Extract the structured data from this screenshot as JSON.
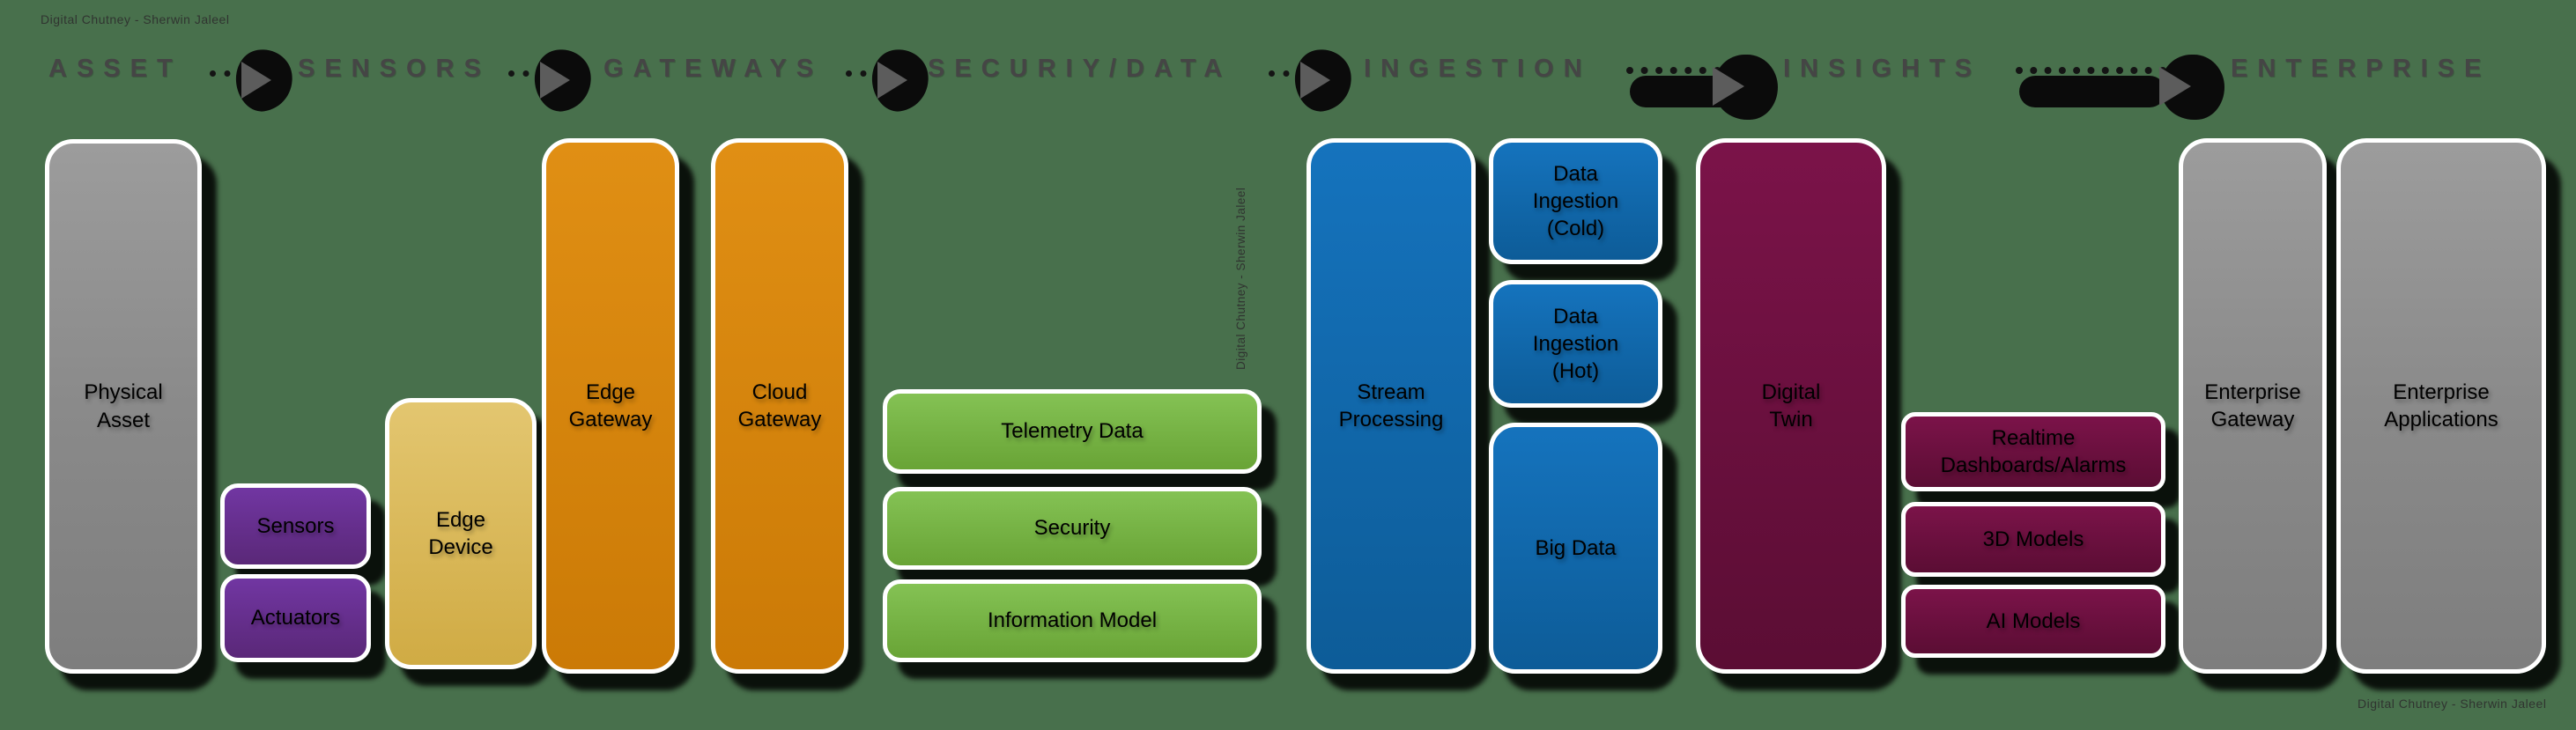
{
  "watermarks": {
    "top": "Digital Chutney - Sherwin Jaleel",
    "vertical": "Digital Chutney - Sherwin Jaleel",
    "bottom": "Digital Chutney - Sherwin Jaleel"
  },
  "stages": [
    {
      "label": "ASSET"
    },
    {
      "label": "SENSORS"
    },
    {
      "label": "GATEWAYS"
    },
    {
      "label": "SECURIY/DATA"
    },
    {
      "label": "INGESTION"
    },
    {
      "label": "INSIGHTS"
    },
    {
      "label": "ENTERPRISE"
    }
  ],
  "arrows": [
    {
      "type": "short"
    },
    {
      "type": "short"
    },
    {
      "type": "short"
    },
    {
      "type": "short"
    },
    {
      "type": "long"
    },
    {
      "type": "long"
    }
  ],
  "boxes": [
    {
      "id": "physical-asset",
      "label": "Physical\nAsset",
      "color": "gray"
    },
    {
      "id": "sensors",
      "label": "Sensors",
      "color": "purple"
    },
    {
      "id": "actuators",
      "label": "Actuators",
      "color": "purple"
    },
    {
      "id": "edge-device",
      "label": "Edge\nDevice",
      "color": "tan"
    },
    {
      "id": "edge-gateway",
      "label": "Edge\nGateway",
      "color": "orange"
    },
    {
      "id": "cloud-gateway",
      "label": "Cloud\nGateway",
      "color": "orange"
    },
    {
      "id": "telemetry-data",
      "label": "Telemetry Data",
      "color": "green"
    },
    {
      "id": "security",
      "label": "Security",
      "color": "green"
    },
    {
      "id": "information-model",
      "label": "Information Model",
      "color": "green"
    },
    {
      "id": "stream-processing",
      "label": "Stream\nProcessing",
      "color": "blue"
    },
    {
      "id": "data-ingestion-cold",
      "label": "Data\nIngestion\n(Cold)",
      "color": "blue"
    },
    {
      "id": "data-ingestion-hot",
      "label": "Data\nIngestion\n(Hot)",
      "color": "blue"
    },
    {
      "id": "big-data",
      "label": "Big Data",
      "color": "blue"
    },
    {
      "id": "digital-twin",
      "label": "Digital\nTwin",
      "color": "maroon"
    },
    {
      "id": "realtime-dashboards-alarms",
      "label": "Realtime\nDashboards/Alarms",
      "color": "maroon"
    },
    {
      "id": "3d-models",
      "label": "3D Models",
      "color": "maroon"
    },
    {
      "id": "ai-models",
      "label": "AI Models",
      "color": "maroon"
    },
    {
      "id": "enterprise-gateway",
      "label": "Enterprise\nGateway",
      "color": "gray"
    },
    {
      "id": "enterprise-applications",
      "label": "Enterprise\nApplications",
      "color": "gray"
    }
  ],
  "colors": {
    "background": "#48704c",
    "gray": "#8e8e8e",
    "purple": "#622d8c",
    "tan": "#d6b556",
    "orange": "#d5820d",
    "green": "#76b244",
    "blue": "#1167ac",
    "maroon": "#6c1040",
    "header_text": "#454545",
    "watermark_text": "#2e2e2e",
    "arrow_body": "#0b0b0b",
    "arrow_head": "#5c5c5c",
    "box_border": "#ffffff",
    "label_text": "#000000"
  }
}
